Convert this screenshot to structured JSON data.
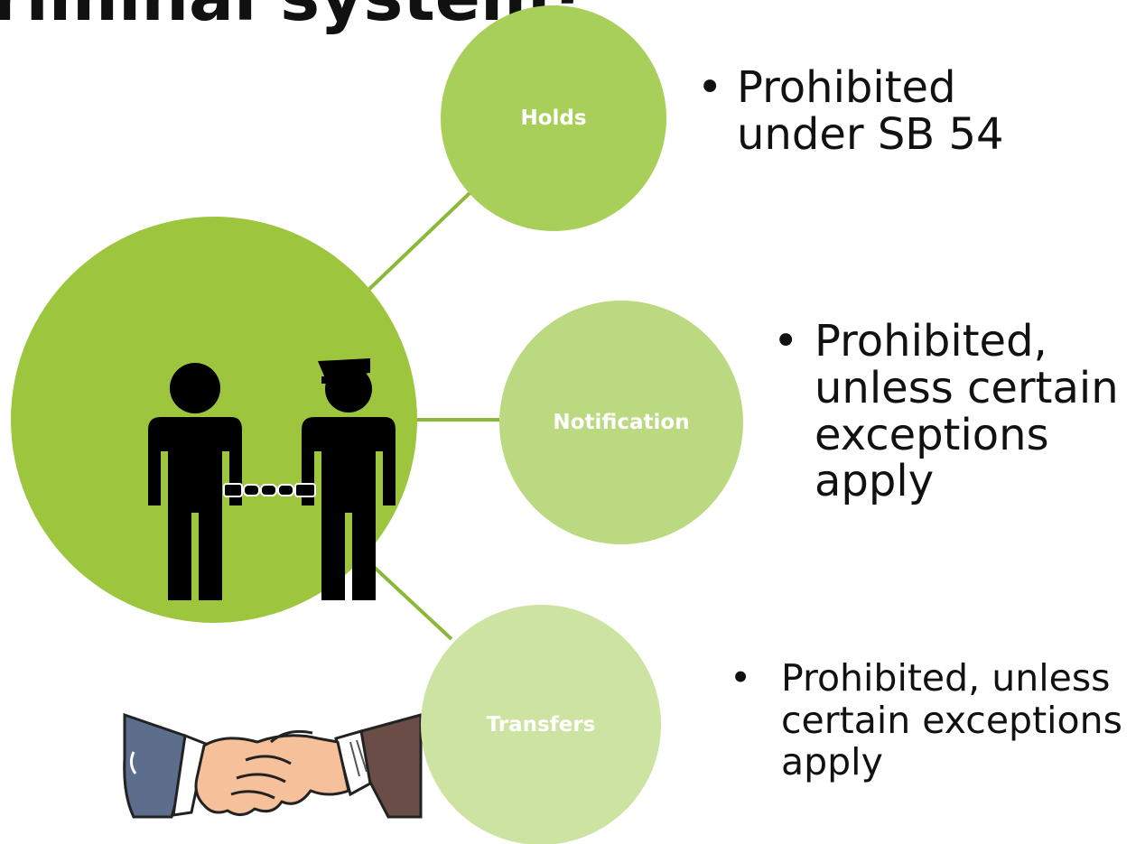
{
  "title": "riminal system?",
  "colors": {
    "main_circle": "#9dc53d",
    "holds_circle": "#a9cf5b",
    "notification_circle": "#bbd981",
    "transfers_circle": "#cde3a2",
    "connector": "#8cb83a",
    "text": "#111111"
  },
  "nodes": {
    "holds": {
      "label": "Holds",
      "bullet": "Prohibited under SB 54"
    },
    "notification": {
      "label": "Notification",
      "bullet": "Prohibited, unless certain exceptions apply"
    },
    "transfers": {
      "label": "Transfers",
      "bullet": "Prohibited, unless certain exceptions apply"
    }
  },
  "bullet_symbols": {
    "round": "•",
    "small": "•"
  },
  "icons": {
    "center": "handcuffed-person-with-officer-icon",
    "bottom_left": "handshake-icon"
  }
}
